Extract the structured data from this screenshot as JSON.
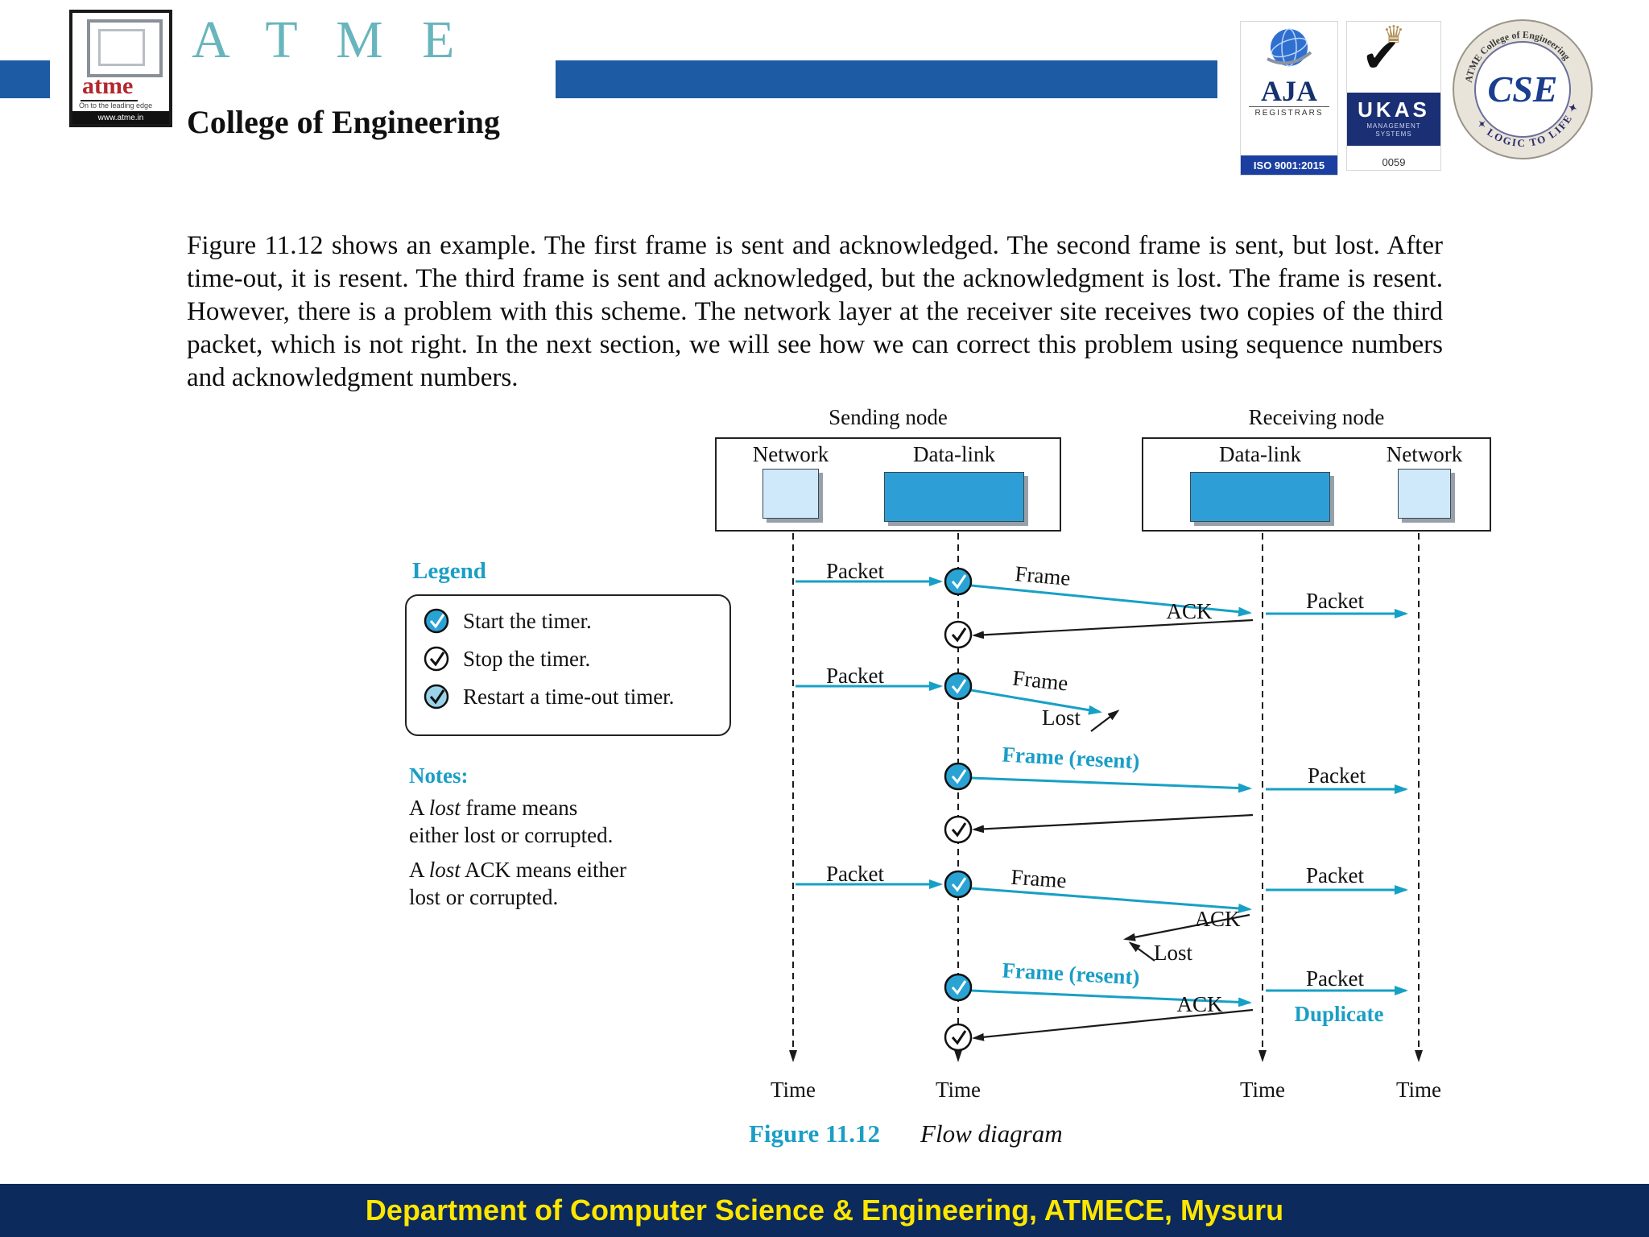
{
  "colors": {
    "accent_teal": "#1b9ec6",
    "header_bar_blue": "#1d5ba4",
    "footer_navy": "#0c2a5c",
    "footer_text_yellow": "#ffe600",
    "datalink_box_blue": "#2d9fd6",
    "network_box_blue": "#cfe9fa",
    "arrow_teal": "#17a0c6"
  },
  "header": {
    "atme_letters": "A T M E",
    "college": "College of Engineering",
    "logo": {
      "word": "atme",
      "tagline": "On to the leading edge",
      "url": "www.atme.in"
    },
    "aja": {
      "name": "AJA",
      "sub": "REGISTRARS",
      "iso": "ISO 9001:2015"
    },
    "ukas": {
      "name": "UKAS",
      "sub1": "MANAGEMENT",
      "sub2": "SYSTEMS",
      "code": "0059",
      "crown": "♛",
      "check": "✔"
    },
    "cse": {
      "name": "CSE",
      "ring_top": "ATME College of Engineering",
      "ring_bottom": "✦ LOGIC TO LIFE ✦"
    }
  },
  "paragraph": {
    "text": "Figure 11.12 shows an example. The first frame is sent and acknowledged. The second frame is sent, but lost. After time-out, it is resent. The third frame is sent and acknowledged, but the acknowledgment is lost. The frame is resent. However, there is a problem with this scheme. The network layer at the receiver site receives two copies of the third packet, which is not right. In the next section, we will see how we can correct this problem using sequence numbers and acknowledgment numbers."
  },
  "diagram": {
    "sending_node": "Sending node",
    "receiving_node": "Receiving node",
    "send_network": "Network",
    "send_datalink": "Data-link",
    "recv_datalink": "Data-link",
    "recv_network": "Network",
    "legend": {
      "title": "Legend",
      "items": [
        {
          "icon": "timer-start-icon",
          "label": "Start the timer."
        },
        {
          "icon": "timer-stop-icon",
          "label": "Stop the timer."
        },
        {
          "icon": "timer-restart-icon",
          "label": "Restart a time-out timer."
        }
      ]
    },
    "notes": {
      "title": "Notes:",
      "l1a": "A ",
      "l1b": "lost",
      "l1c": " frame means",
      "l2": "either lost or corrupted.",
      "l3a": "A ",
      "l3b": "lost",
      "l3c": " ACK means either",
      "l4": "lost or corrupted."
    },
    "flow": {
      "packet_send_1": "Packet",
      "frame_1": "Frame",
      "packet_recv_1": "Packet",
      "ack_1": "ACK",
      "packet_send_2": "Packet",
      "frame_2": "Frame",
      "lost_frame": "Lost",
      "frame_resent_1": "Frame (resent)",
      "packet_recv_2": "Packet",
      "packet_send_3": "Packet",
      "frame_3": "Frame",
      "packet_recv_3": "Packet",
      "ack_2": "ACK",
      "lost_ack": "Lost",
      "frame_resent_2": "Frame (resent)",
      "ack_3": "ACK",
      "packet_recv_4": "Packet",
      "duplicate": "Duplicate"
    },
    "time": [
      "Time",
      "Time",
      "Time",
      "Time"
    ],
    "caption": {
      "figure": "Figure 11.12",
      "title": "Flow diagram"
    }
  },
  "footer": {
    "text": "Department of Computer Science & Engineering, ATMECE, Mysuru"
  }
}
